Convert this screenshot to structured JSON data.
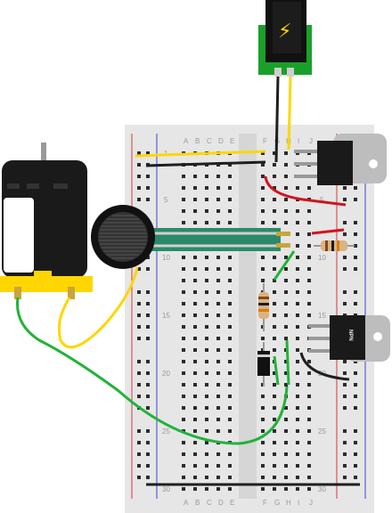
{
  "breadboard": {
    "column_letters_left": [
      "A",
      "B",
      "C",
      "D",
      "E"
    ],
    "column_letters_right": [
      "F",
      "G",
      "H",
      "I",
      "J"
    ],
    "row_numbers": [
      "1",
      "5",
      "10",
      "15",
      "20",
      "25",
      "30"
    ]
  },
  "components": {
    "transistor_bottom_label": "NPN",
    "power_symbol": "⚡"
  },
  "colors": {
    "board": "#e6e6e6",
    "power_rail_red": "#d43b3b",
    "power_rail_blue": "#3b48c8",
    "wire_yellow": "#ffd600",
    "wire_green": "#22b33a",
    "wire_red": "#d0141e",
    "wire_black": "#1e1e1e",
    "sensor_green": "#2a8a6a"
  }
}
